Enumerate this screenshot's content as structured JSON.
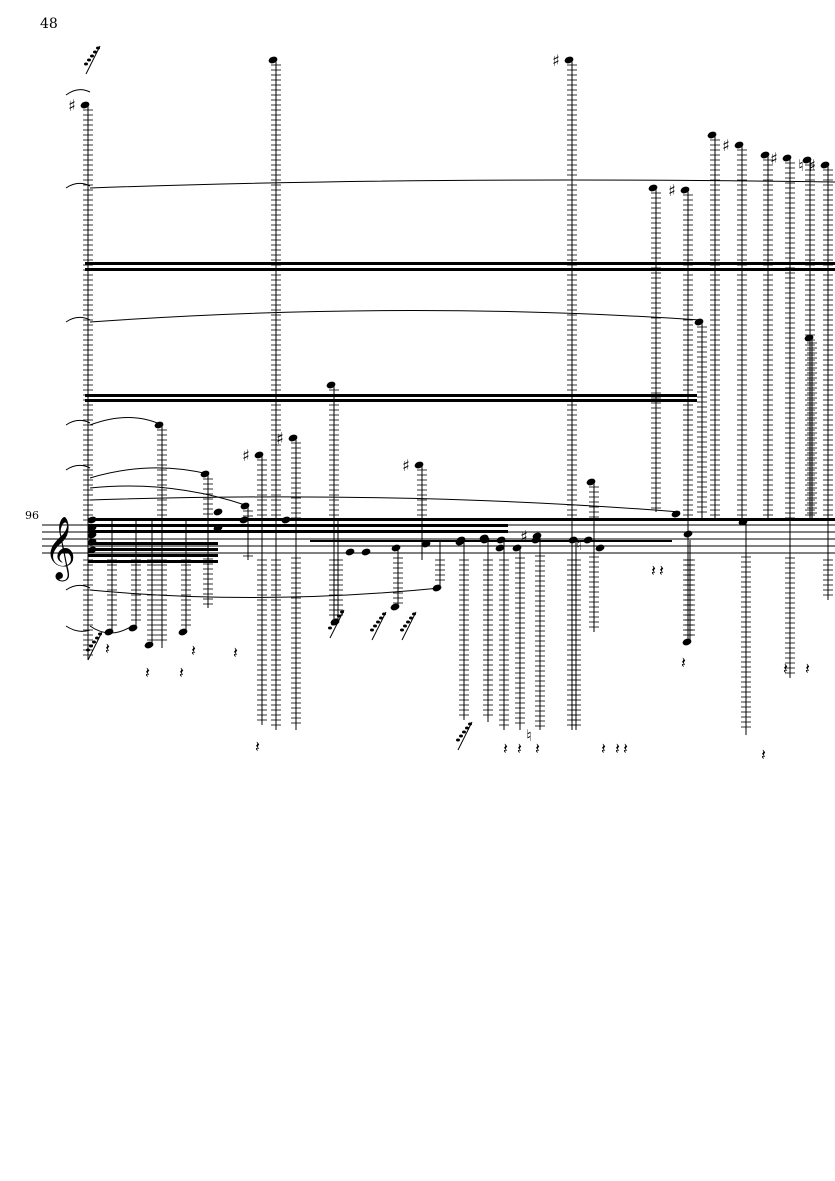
{
  "page": {
    "number": "48"
  },
  "system": {
    "measure_number": "96",
    "clef": "treble-clef",
    "clef_glyph": "𝄞"
  },
  "glyphs": {
    "sharp": "♯",
    "natural": "♮",
    "quarter_rest": "𝄽"
  }
}
